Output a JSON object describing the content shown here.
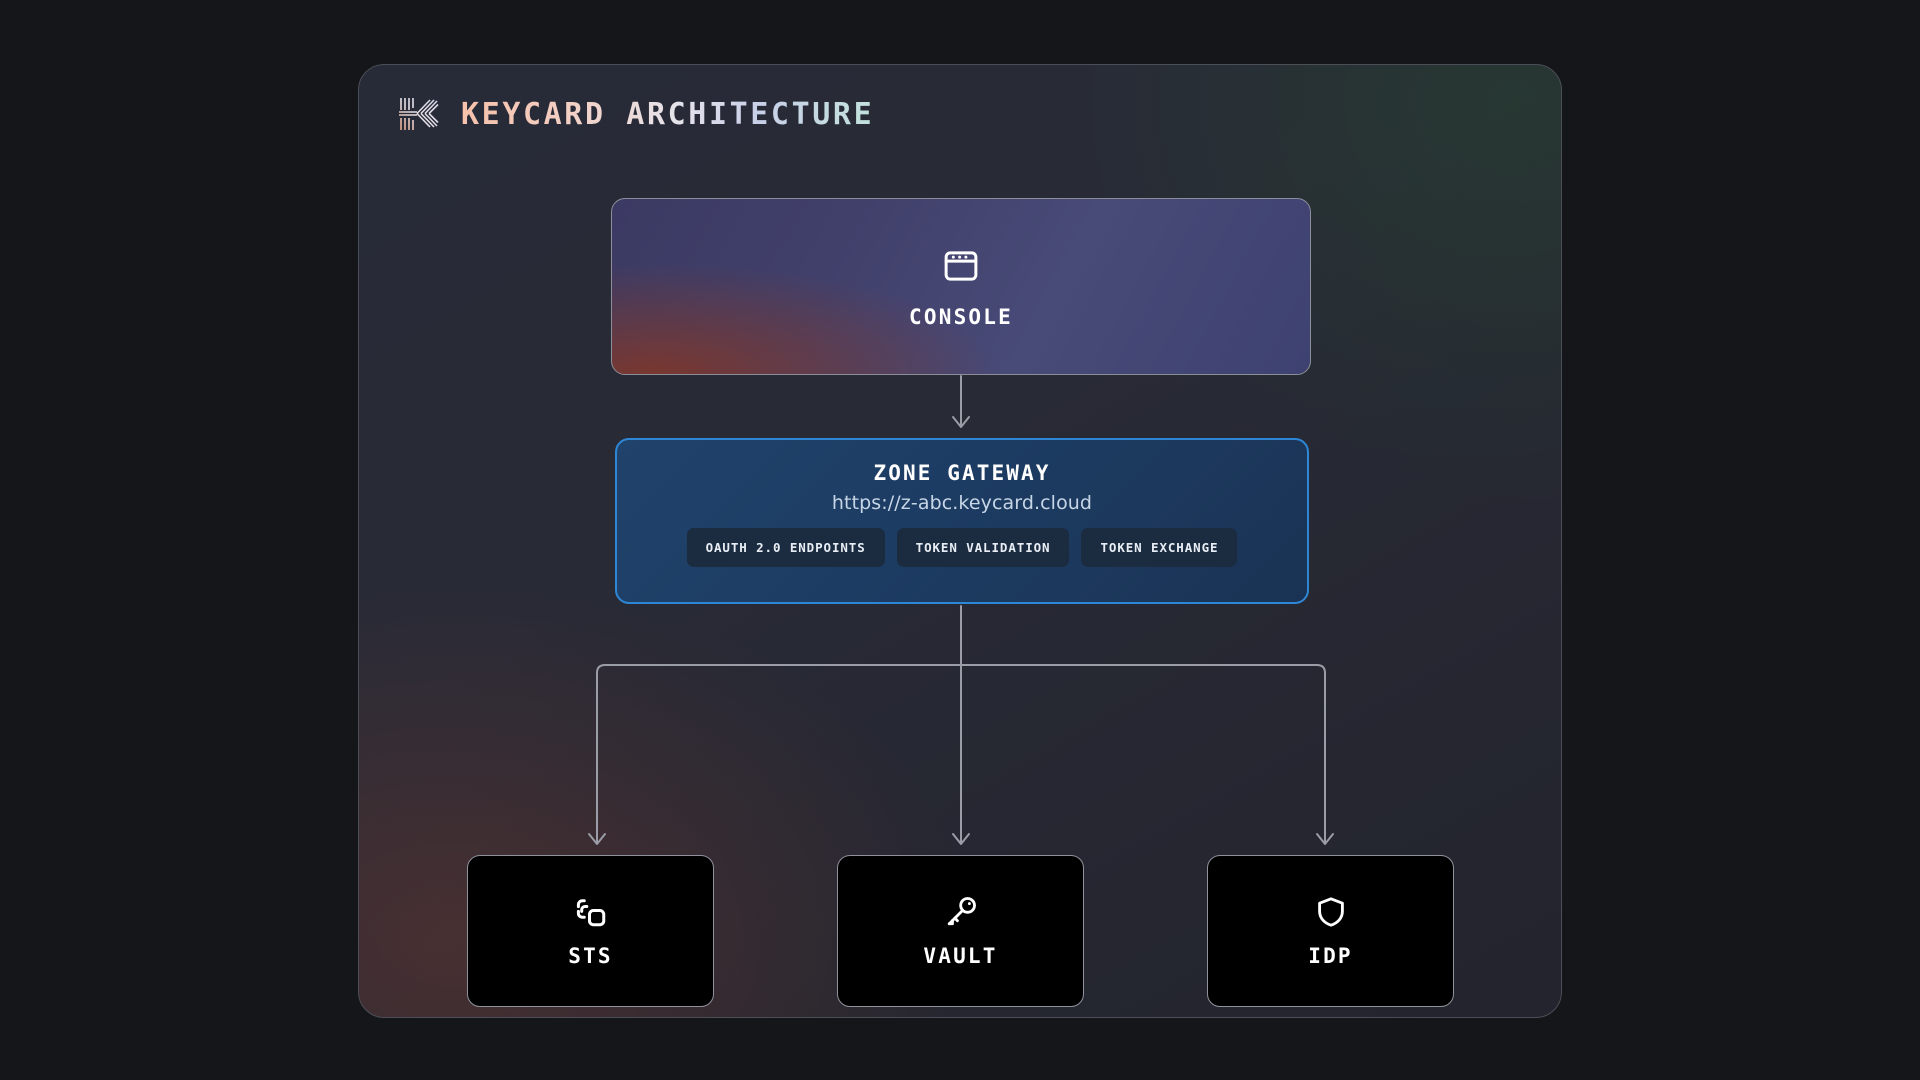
{
  "theme": {
    "page_background": "#141619",
    "card_background": "#272a37",
    "card_border": "#4b4d57",
    "accent_blue": "#2e87d6",
    "gateway_fill": "#20436b",
    "console_purple": "#41406b",
    "console_warm": "#7e372b",
    "leaf_fill": "#000000",
    "leaf_border": "#8f919b",
    "connector": "#9a9ca6",
    "text_primary": "#ffffff",
    "text_url": "#c7d6e6",
    "title_gradient_start": "#f6c1aa",
    "title_gradient_end": "#c2e2dc"
  },
  "header": {
    "logo_icon": "keycard-k-logo-icon",
    "title": "KEYCARD ARCHITECTURE"
  },
  "diagram": {
    "type": "architecture-flow",
    "console": {
      "icon": "app-window-icon",
      "label": "CONSOLE"
    },
    "gateway": {
      "title": "ZONE GATEWAY",
      "url": "https://z-abc.keycard.cloud",
      "chips": [
        {
          "label": "OAUTH 2.0 ENDPOINTS"
        },
        {
          "label": "TOKEN VALIDATION"
        },
        {
          "label": "TOKEN EXCHANGE"
        }
      ]
    },
    "services": [
      {
        "icon": "copy-stack-icon",
        "label": "STS"
      },
      {
        "icon": "key-icon",
        "label": "VAULT"
      },
      {
        "icon": "shield-icon",
        "label": "IDP"
      }
    ],
    "edges": [
      {
        "from": "CONSOLE",
        "to": "ZONE GATEWAY",
        "style": "arrow-down"
      },
      {
        "from": "ZONE GATEWAY",
        "to": "STS",
        "style": "arrow-down-branch"
      },
      {
        "from": "ZONE GATEWAY",
        "to": "VAULT",
        "style": "arrow-down"
      },
      {
        "from": "ZONE GATEWAY",
        "to": "IDP",
        "style": "arrow-down-branch"
      }
    ]
  }
}
